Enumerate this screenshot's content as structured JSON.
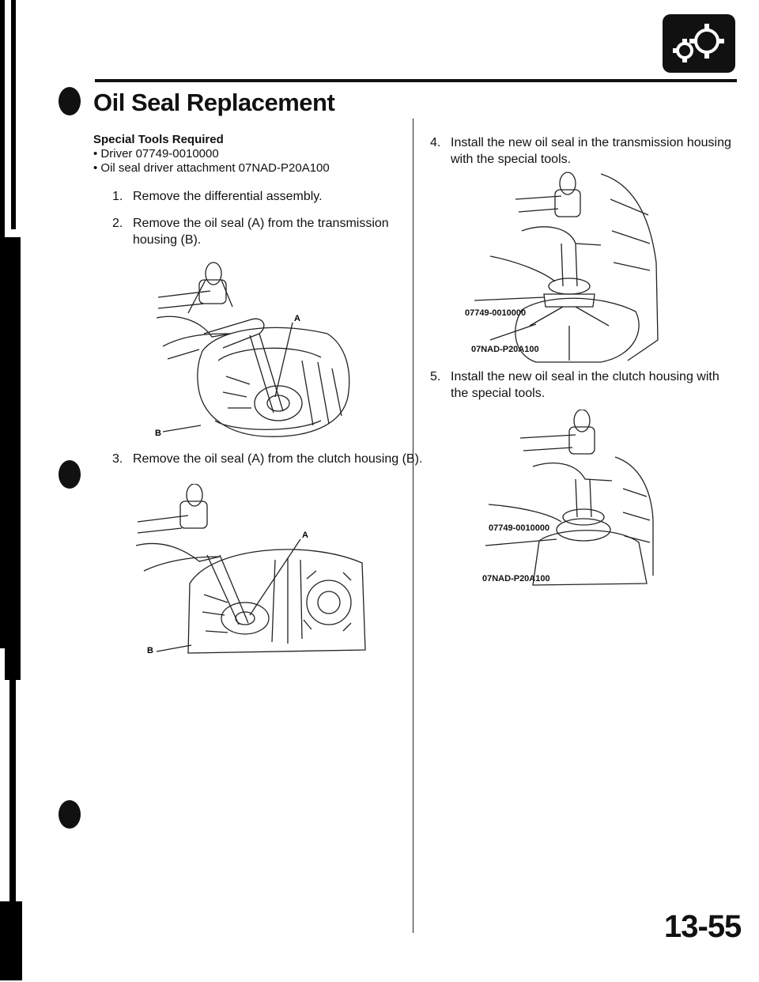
{
  "page": {
    "title": "Oil Seal Replacement",
    "page_number": "13-55"
  },
  "special_tools": {
    "heading": "Special Tools Required",
    "items": [
      "• Driver 07749-0010000",
      "• Oil seal driver attachment 07NAD-P20A100"
    ]
  },
  "steps": [
    {
      "num": "1.",
      "lines": [
        "Remove the differential assembly."
      ]
    },
    {
      "num": "2.",
      "lines": [
        "Remove the oil seal (A) from the transmission",
        "housing (B)."
      ]
    },
    {
      "num": "3.",
      "lines": [
        "Remove the oil seal (A) from the clutch housing (B)."
      ]
    },
    {
      "num": "4.",
      "lines": [
        "Install the new oil seal in the transmission housing",
        "with the special tools."
      ]
    },
    {
      "num": "5.",
      "lines": [
        "Install the new oil seal in the clutch housing with",
        "the special tools."
      ]
    }
  ],
  "figures": {
    "fig1": {
      "label_a": "A",
      "label_b": "B"
    },
    "fig2": {
      "label_a": "A",
      "label_b": "B"
    },
    "fig3": {
      "driver": "07749-0010000",
      "attachment": "07NAD-P20A100"
    },
    "fig4": {
      "driver": "07749-0010000",
      "attachment": "07NAD-P20A100"
    }
  },
  "icons": {
    "header": "gears-icon",
    "bullet": "section-bullet-icon"
  }
}
